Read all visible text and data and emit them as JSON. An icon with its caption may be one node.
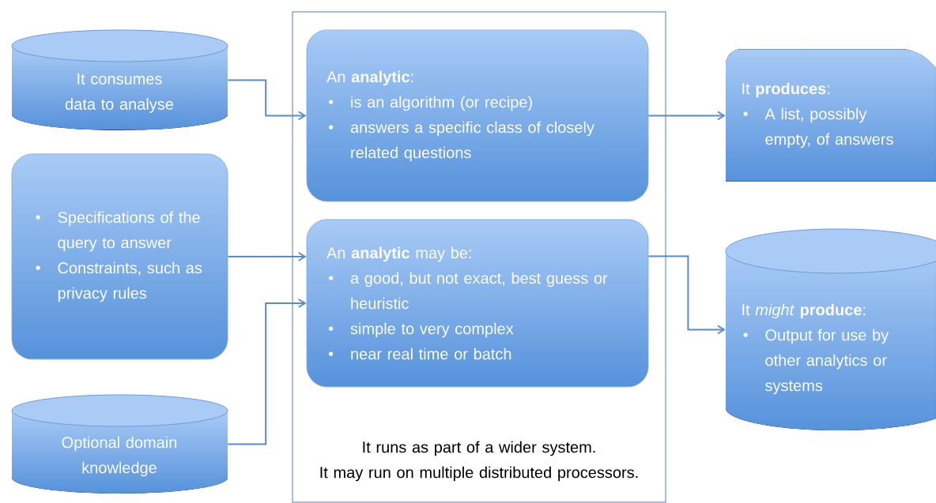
{
  "diagram": {
    "nodes": [
      {
        "text": [
          "It consumes data to analyse"
        ]
      },
      {
        "text": [
          "Specifications of the query to answer",
          "Constraints, such as privacy rules"
        ]
      },
      {
        "text": [
          "Optional domain knowledge"
        ]
      },
      {
        "text": [
          "It runs as part of a wider system.",
          "It may run on multiple distributed processors."
        ]
      },
      {
        "text": [
          "An **analytic**:",
          "is an algorithm (or recipe)",
          "answers a specific class of closely related questions"
        ],
        "in": 3
      },
      {
        "text": [
          "An **analytic** may be:",
          "a good, but not exact, best guess or heuristic",
          "simple to very complex",
          "near real time or batch"
        ],
        "in": 3
      },
      {
        "text": [
          "It **produces**:",
          "A list, possibly empty, of answers"
        ]
      },
      {
        "text": [
          "It *might* **produce**:",
          "Output for use by other analytics or systems"
        ]
      }
    ],
    "edges": [
      {
        "from": 0,
        "to": 4,
        "arrow": "to"
      },
      {
        "from": 1,
        "to": 5,
        "arrow": "to"
      },
      {
        "from": 2,
        "to": 5,
        "arrow": "to"
      },
      {
        "from": 4,
        "to": 6,
        "arrow": "to"
      },
      {
        "from": 5,
        "to": 7,
        "arrow": "to"
      }
    ]
  }
}
